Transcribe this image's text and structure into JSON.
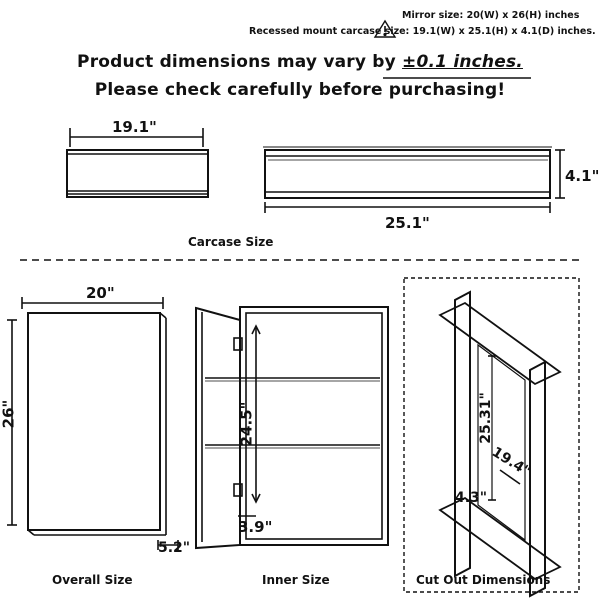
{
  "specs": {
    "mirror_size": "Mirror size: 20(W) x 26(H) inches",
    "carcase_size": "Recessed mount carcase size: 19.1(W) x 25.1(H) x 4.1(D) inches."
  },
  "headline": {
    "line1_prefix": "Product dimensions may vary by ",
    "line1_tolerance": "±0.1 inches.",
    "line2": "Please check carefully before purchasing!"
  },
  "carcase": {
    "width_label": "19.1\"",
    "depth_label": "4.1\"",
    "height_label": "25.1\"",
    "caption": "Carcase Size"
  },
  "overall": {
    "width_label": "20\"",
    "height_label": "26\"",
    "depth_label": "5.2\"",
    "caption": "Overall Size"
  },
  "inner": {
    "height_label": "24.5\"",
    "depth_label": "3.9\"",
    "caption": "Inner Size"
  },
  "cutout": {
    "height_label": "25.31\"",
    "width_label": "19.4\"",
    "depth_label": "4.3\"",
    "caption": "Cut Out Dimensions"
  },
  "icons": {
    "warning": "warning-triangle-icon"
  }
}
